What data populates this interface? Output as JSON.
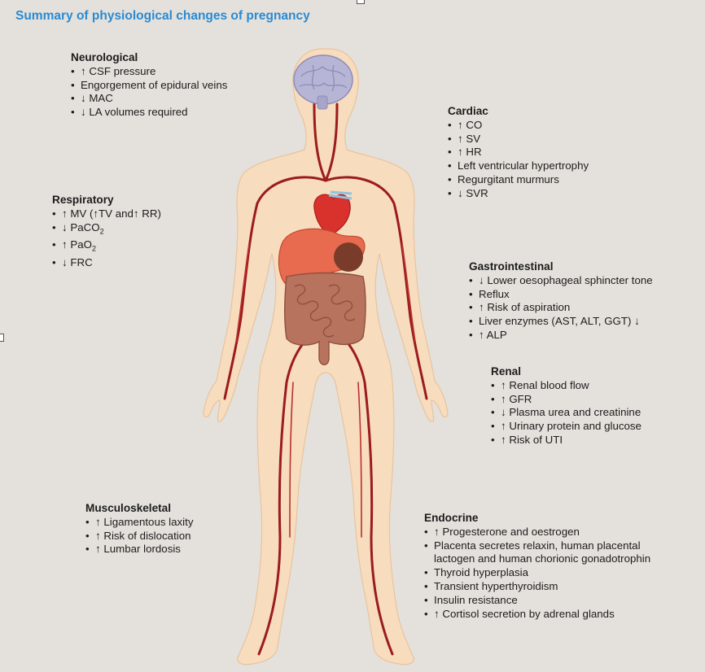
{
  "title": "Summary of physiological changes of pregnancy",
  "colors": {
    "title": "#2a8ad2",
    "background": "#e4e1dc",
    "skin": "#f7dcbd",
    "vessel": "#9b1c1c",
    "heart": "#d9312b",
    "liver": "#e86a4f",
    "intestine": "#b8735f",
    "brain": "#b7b5d6"
  },
  "icons": [
    "human-body-figure",
    "brain-icon",
    "heart-icon",
    "liver-icon",
    "intestine-icon"
  ],
  "groups": {
    "neurological": {
      "heading": "Neurological",
      "items": [
        "↑ CSF pressure",
        "Engorgement of epidural veins",
        "↓ MAC",
        "↓ LA volumes required"
      ]
    },
    "cardiac": {
      "heading": "Cardiac",
      "items": [
        "↑ CO",
        "↑ SV",
        "↑ HR",
        "Left ventricular hypertrophy",
        "Regurgitant murmurs",
        "↓ SVR"
      ]
    },
    "respiratory": {
      "heading": "Respiratory",
      "items": [
        "↑ MV (↑TV and↑ RR)",
        "↓ PaCO",
        "↑ PaO",
        "↓ FRC"
      ],
      "subscript": "2"
    },
    "gastrointestinal": {
      "heading": "Gastrointestinal",
      "items": [
        "↓ Lower oesophageal sphincter tone",
        "Reflux",
        "↑ Risk of aspiration",
        "Liver enzymes (AST, ALT, GGT) ↓",
        "↑ ALP"
      ]
    },
    "renal": {
      "heading": "Renal",
      "items": [
        "↑ Renal blood flow",
        "↑ GFR",
        "↓ Plasma urea and creatinine",
        "↑ Urinary protein and glucose",
        "↑ Risk of UTI"
      ]
    },
    "musculoskeletal": {
      "heading": "Musculoskeletal",
      "items": [
        "↑ Ligamentous laxity",
        "↑ Risk of dislocation",
        "↑ Lumbar lordosis"
      ]
    },
    "endocrine": {
      "heading": "Endocrine",
      "items": [
        "↑ Progesterone and oestrogen",
        "Placenta secretes relaxin, human placental",
        "lactogen and human chorionic gonadotrophin",
        "Thyroid hyperplasia",
        "Transient hyperthyroidism",
        "Insulin resistance",
        "↑ Cortisol secretion by adrenal glands"
      ]
    }
  }
}
